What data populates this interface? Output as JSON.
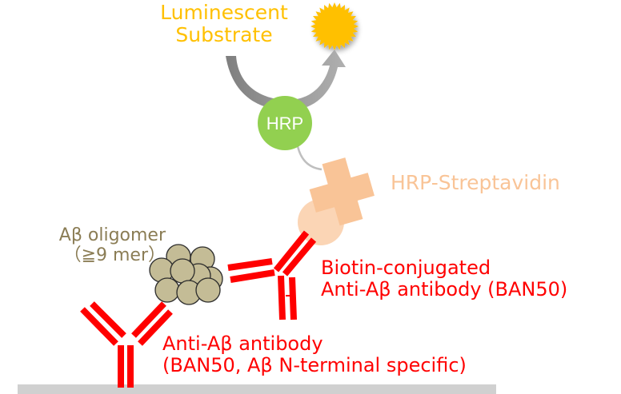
{
  "title": "Aβ oligomer sandwich chemiluminescence assay schematic",
  "colors": {
    "substrate": "#ffc000",
    "sun": "#ffc000",
    "arrow": "#8c8c8c",
    "hrp": "#92d050",
    "linker": "#bfbfbf",
    "streptavidin": "#f9c497",
    "biotin": "#fbd5b5",
    "antibody": "#ff0000",
    "oligomer_fill": "#c4bc96",
    "oligomer_label": "#8b7d55",
    "plate": "#d0d0d0"
  },
  "labels": {
    "substrate_line1": "Luminescent",
    "substrate_line2": "Substrate",
    "hrp": "HRP",
    "hrp_streptavidin": "HRP-Streptavidin",
    "oligomer_line1": "Aβ oligomer",
    "oligomer_line2": "（≧9 mer）",
    "detection_line1": "Biotin-conjugated",
    "detection_line2": "Anti-Aβ antibody (BAN50)",
    "capture_line1": "Anti-Aβ antibody",
    "capture_line2": "(BAN50, Aβ N-terminal specific)"
  },
  "components": [
    {
      "id": "luminescent-substrate",
      "icon": "sun-icon"
    },
    {
      "id": "reaction-arrow",
      "icon": "curved-arrow-icon"
    },
    {
      "id": "hrp-enzyme",
      "icon": "circle"
    },
    {
      "id": "streptavidin",
      "icon": "cross-shape"
    },
    {
      "id": "biotin",
      "icon": "circle"
    },
    {
      "id": "detection-antibody",
      "icon": "antibody-y-icon"
    },
    {
      "id": "abeta-oligomer",
      "icon": "sphere-cluster",
      "count": 9
    },
    {
      "id": "capture-antibody",
      "icon": "antibody-y-icon"
    },
    {
      "id": "solid-phase-plate",
      "icon": "bar"
    }
  ]
}
